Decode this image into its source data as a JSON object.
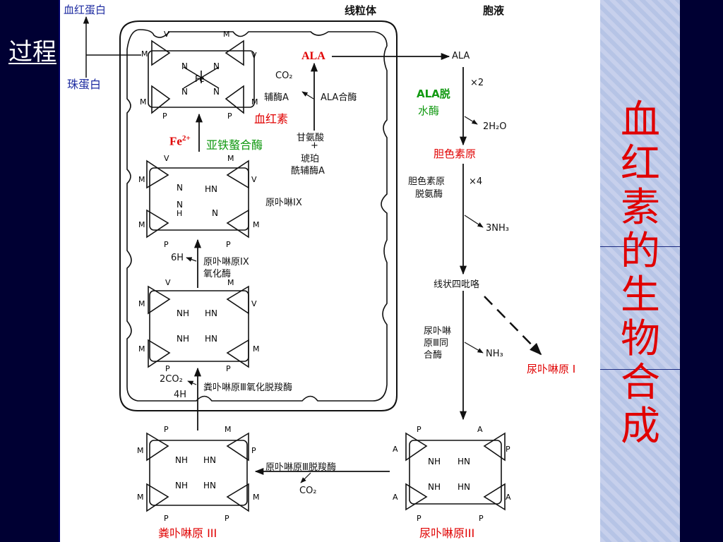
{
  "slide": {
    "left_title": "过程",
    "side_title_chars": [
      "血",
      "红",
      "素",
      "的",
      "生",
      "物",
      "合",
      "成"
    ]
  },
  "regions": {
    "mitochondria": "线粒体",
    "cytoplasm": "胞液"
  },
  "top": {
    "hemoglobin": "血红蛋白",
    "globin": "珠蛋白"
  },
  "labels": {
    "ala_red": "ALA",
    "ala_black": "ALA",
    "co2": "CO₂",
    "coa": "辅酶A",
    "ala_synthase": "ALA合酶",
    "heme": "血红素",
    "glycine": "甘氨酸",
    "plus": "+",
    "succinyl_1": "琥珀",
    "succinyl_2": "酰辅酶A",
    "fe": "Fe",
    "fe_sup": "2+",
    "ferrochelatase": "亚铁螯合酶",
    "ala_dehydratase_1": "ALA脱",
    "ala_dehydratase_2": "水酶",
    "x2": "×2",
    "h2o": "2H₂O",
    "pbg": "胆色素原",
    "pbg_deaminase_1": "胆色素原",
    "pbg_deaminase_2": "脱氨酶",
    "x4": "×4",
    "nh3_3": "3NH₃",
    "protoporphyrin": "原卟啉IX",
    "six_h": "6H",
    "protoporphyrinogen_oxidase_1": "原卟啉原IX",
    "protoporphyrinogen_oxidase_2": "氧化酶",
    "linear_tetrapyrrole": "线状四吡咯",
    "uro_cosynthase_1": "尿卟啉",
    "uro_cosynthase_2": "原Ⅲ同",
    "uro_cosynthase_3": "合酶",
    "nh3": "NH₃",
    "uroporphyrinogen_1": "尿卟啉原 I",
    "two_co2": "2CO₂",
    "four_h": "4H",
    "copro_oxidase": "粪卟啉原Ⅲ氧化脱羧酶",
    "uro_decarboxylase": "原卟啉原Ⅲ脱羧酶",
    "co2_b": "CO₂",
    "coproporphyrinogen_3": "粪卟啉原 III",
    "uroporphyrinogen_3": "尿卟啉原III"
  },
  "ring_labels": {
    "fe_center": "Fe",
    "n": "N",
    "nh": "NH",
    "hn": "HN",
    "h": "H",
    "v": "V",
    "m": "M",
    "p": "P",
    "a": "A"
  },
  "colors": {
    "background": "#000033",
    "red": "#e00000",
    "green": "#119911",
    "blue": "#1c2aa0"
  }
}
